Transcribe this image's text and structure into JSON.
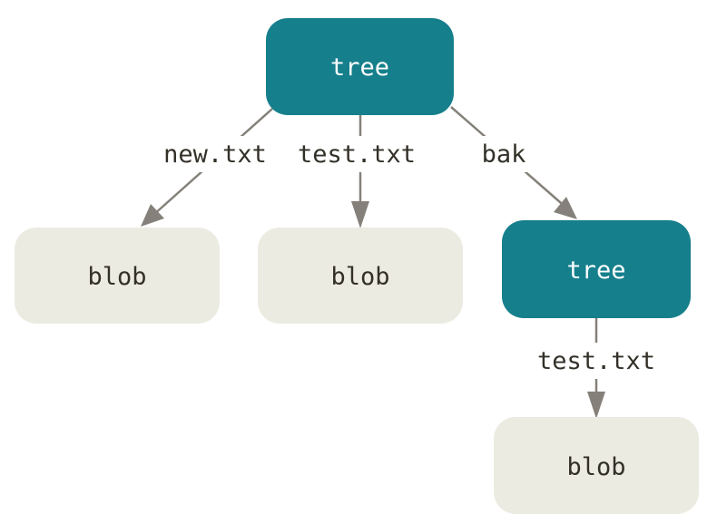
{
  "nodes": {
    "root_tree": {
      "label": "tree"
    },
    "blob_new": {
      "label": "blob"
    },
    "blob_test": {
      "label": "blob"
    },
    "sub_tree": {
      "label": "tree"
    },
    "blob_bak_test": {
      "label": "blob"
    }
  },
  "edges": {
    "root_to_new": {
      "label": "new.txt"
    },
    "root_to_test": {
      "label": "test.txt"
    },
    "root_to_bak": {
      "label": "bak"
    },
    "sub_to_test": {
      "label": "test.txt"
    }
  },
  "colors": {
    "tree_fill": "#167f8c",
    "blob_fill": "#ecebe2",
    "edge_color": "#85817a",
    "blob_text": "#333028",
    "tree_text": "#ffffff"
  }
}
